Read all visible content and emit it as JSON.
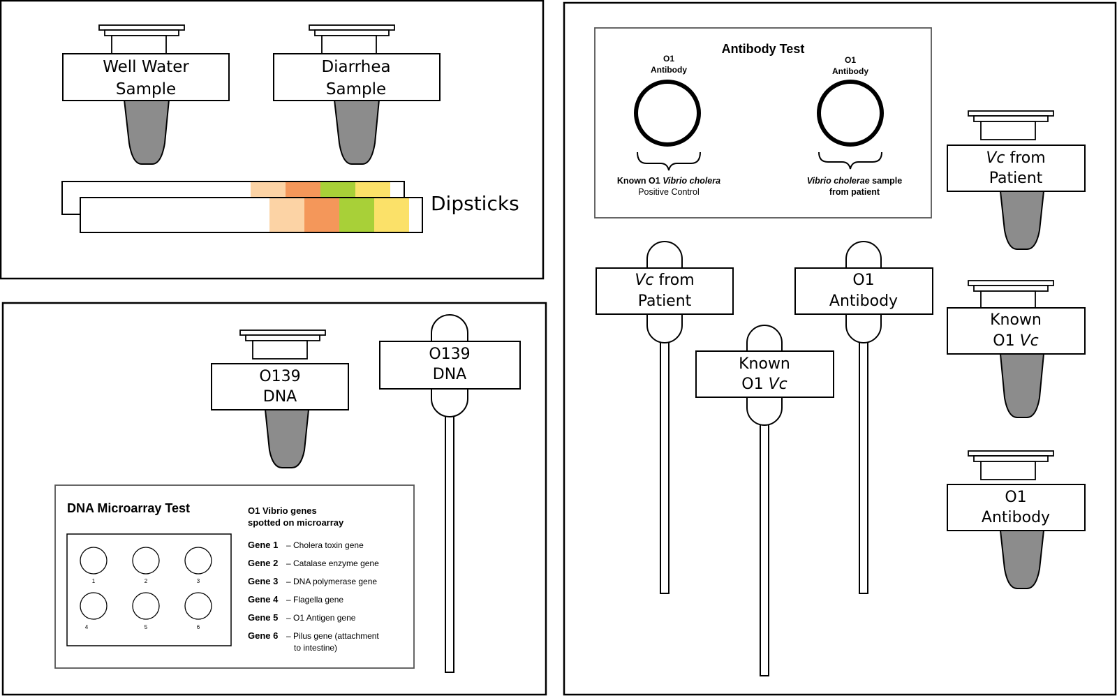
{
  "colors": {
    "tube_fill": "#8c8c8c",
    "dipstick": [
      "#fcd3a5",
      "#f4975a",
      "#a8d038",
      "#fbe169"
    ]
  },
  "panel_top_left": {
    "tube_well_water": [
      "Well Water",
      "Sample"
    ],
    "tube_diarrhea": [
      "Diarrhea",
      "Sample"
    ],
    "dipsticks_label": "Dipsticks"
  },
  "panel_bottom_left": {
    "tube_o139": [
      "O139",
      "DNA"
    ],
    "swab_o139": [
      "O139",
      "DNA"
    ],
    "microarray": {
      "title": "DNA Microarray Test",
      "genes_heading": [
        "O1 Vibrio genes",
        "spotted on microarray"
      ],
      "spot_numbers": [
        "1",
        "2",
        "3",
        "4",
        "5",
        "6"
      ],
      "genes": [
        {
          "name": "Gene 1",
          "desc": "Cholera toxin gene"
        },
        {
          "name": "Gene 2",
          "desc": "Catalase enzyme gene"
        },
        {
          "name": "Gene 3",
          "desc": "DNA polymerase gene"
        },
        {
          "name": "Gene 4",
          "desc": "Flagella gene"
        },
        {
          "name": "Gene 5",
          "desc": "O1 Antigen gene"
        },
        {
          "name": "Gene 6",
          "desc": "Pilus gene (attachment",
          "desc2": "to intestine)"
        }
      ]
    }
  },
  "panel_right": {
    "antibody_test": {
      "title": "Antibody Test",
      "left_well_label": [
        "O1",
        "Antibody"
      ],
      "right_well_label": [
        "O1",
        "Antibody"
      ],
      "left_caption_pre": "Known O1 ",
      "left_caption_italic": "Vibrio cholera",
      "left_caption_line2": "Positive Control",
      "right_caption_italic": "Vibrio cholerae",
      "right_caption_post": " sample",
      "right_caption_line2": "from patient"
    },
    "swab_vc_patient": {
      "italic": "Vc",
      "rest": " from",
      "line2": "Patient"
    },
    "swab_known_o1": {
      "line1": "Known",
      "pre": "O1 ",
      "italic": "Vc"
    },
    "swab_o1_antibody": [
      "O1",
      "Antibody"
    ],
    "tube_vc_patient": {
      "italic": "Vc",
      "rest": " from",
      "line2": "Patient"
    },
    "tube_known_o1": {
      "line1": "Known",
      "pre": "O1 ",
      "italic": "Vc"
    },
    "tube_o1_antibody": [
      "O1",
      "Antibody"
    ]
  }
}
